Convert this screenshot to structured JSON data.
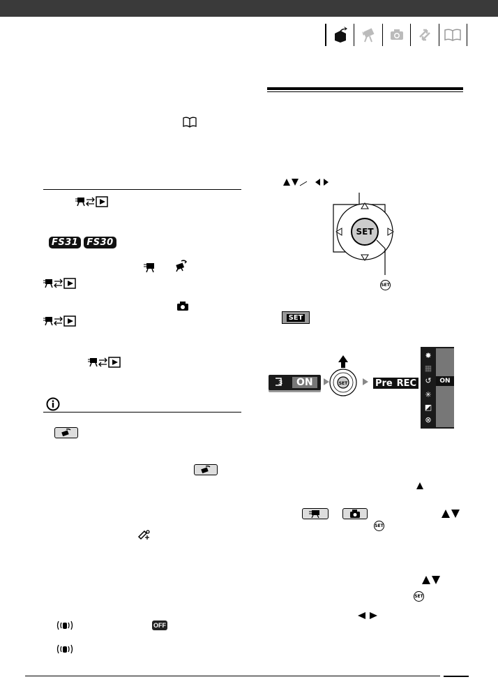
{
  "tabs": [
    {
      "icon": "package-arrow-icon"
    },
    {
      "icon": "camcorder-icon"
    },
    {
      "icon": "camera-icon"
    },
    {
      "icon": "transfer-arrows-icon"
    },
    {
      "icon": "book-icon"
    }
  ],
  "left": {
    "model_badges": [
      "FS31",
      "FS30"
    ],
    "off_badge": "OFF"
  },
  "diagram": {
    "set_label": "SET"
  },
  "screen": {
    "pill_value": "ON",
    "pre_label": "Pre",
    "rec_label": "REC",
    "side_on": "ON"
  }
}
